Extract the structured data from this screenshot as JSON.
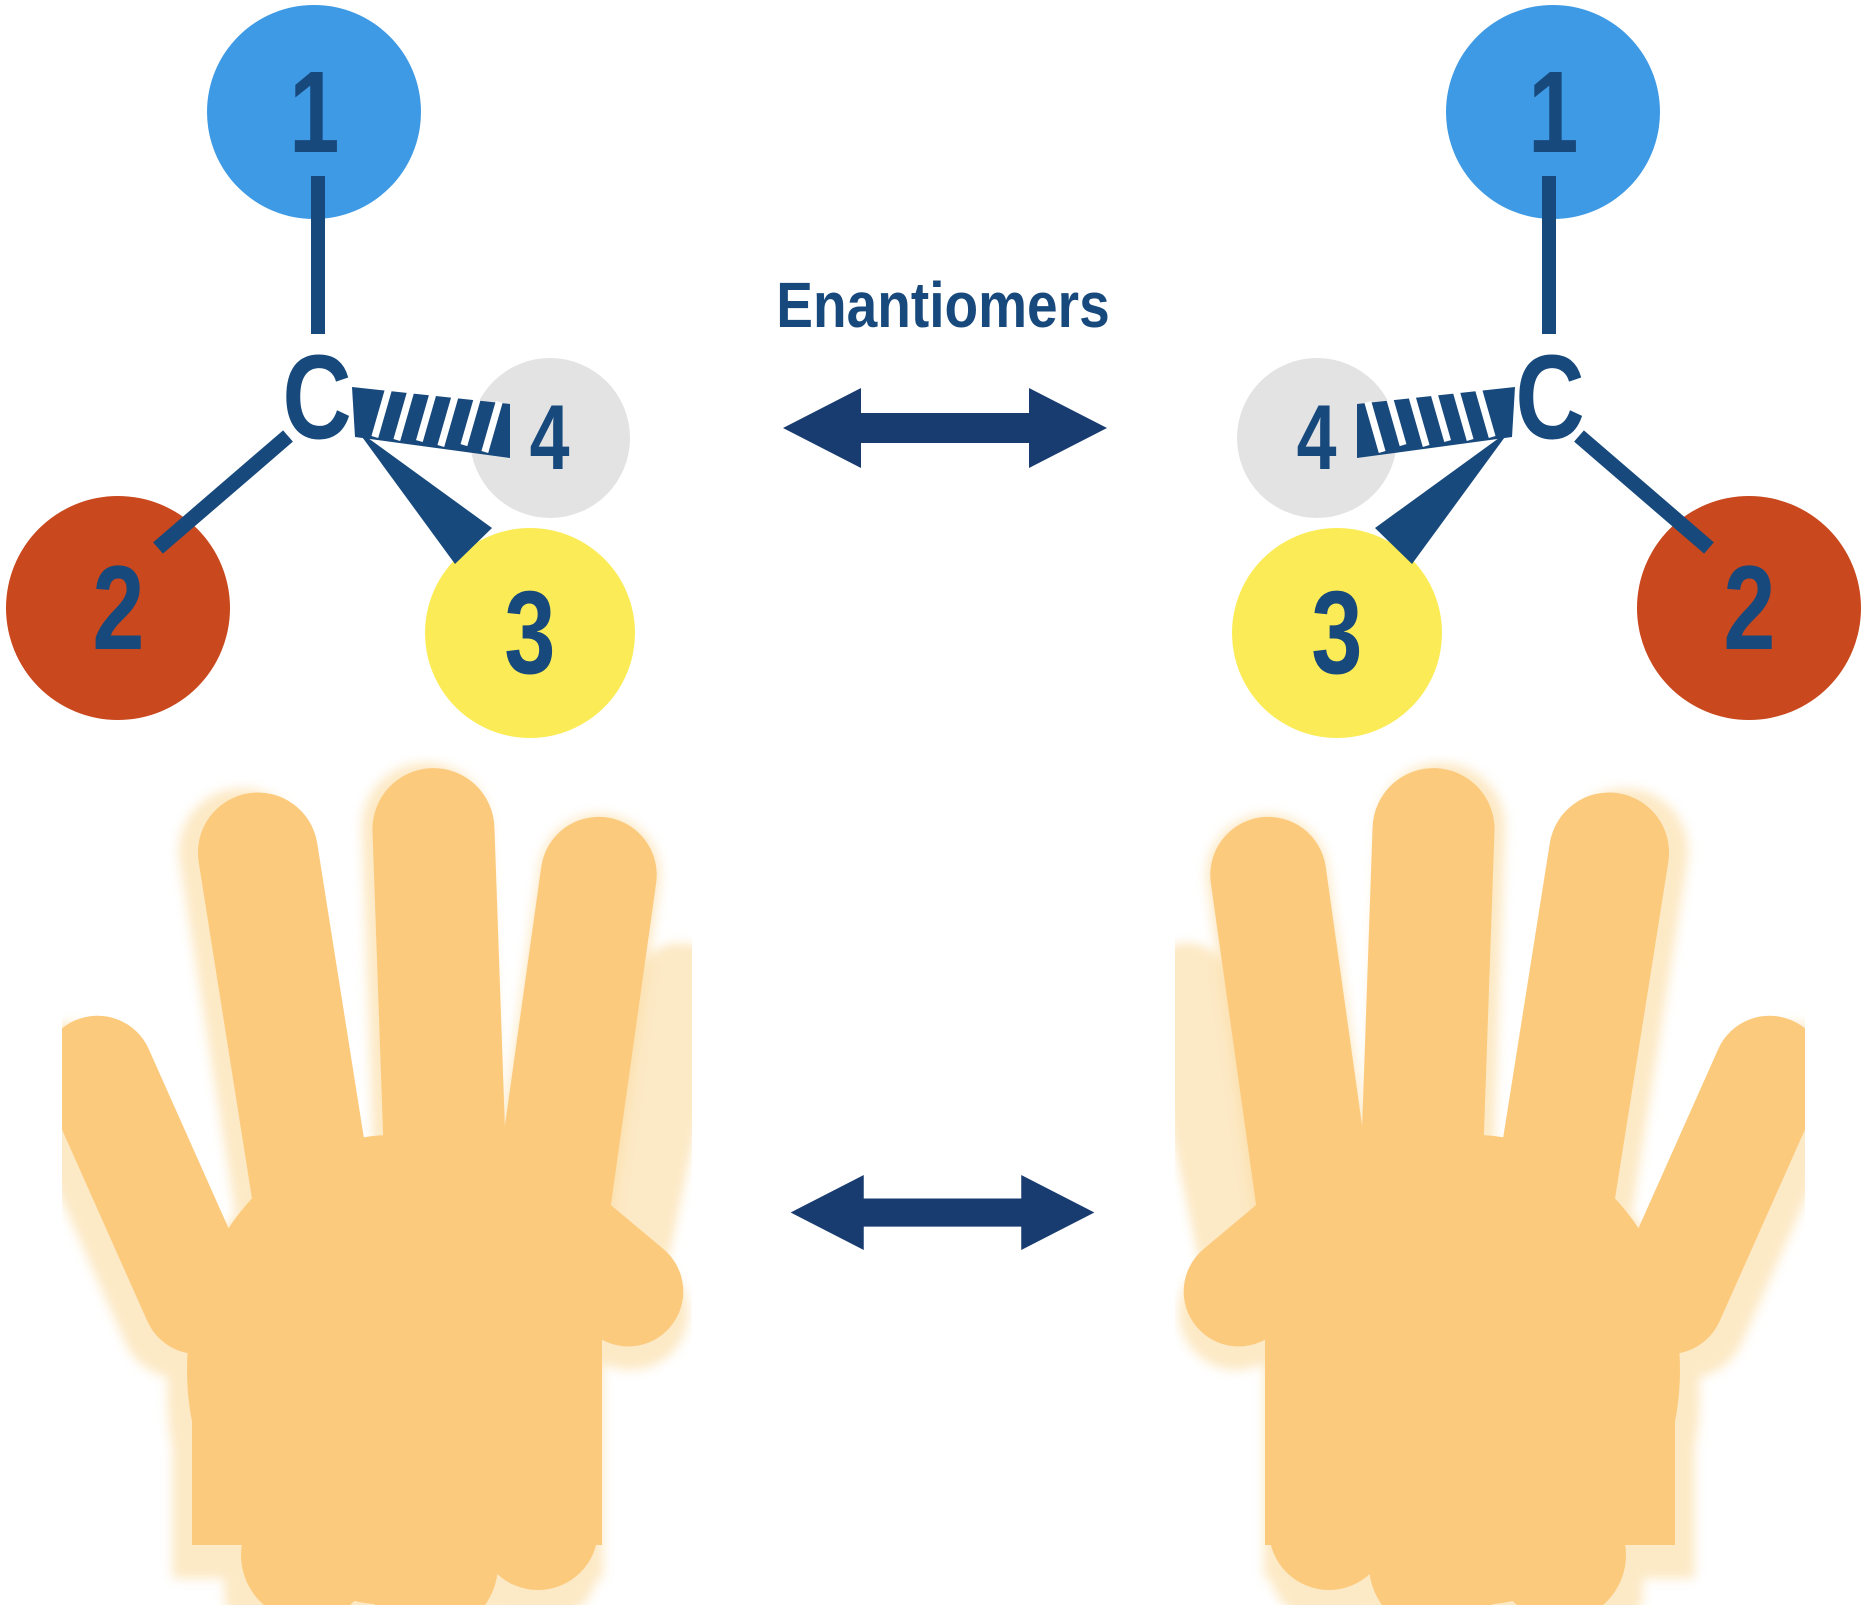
{
  "figure": {
    "heading": "Enantiomers"
  },
  "left_molecule": {
    "carbon": "C",
    "substituents": [
      {
        "label": "1",
        "color": "#3F9AE5",
        "bond": "plain",
        "position": "top"
      },
      {
        "label": "2",
        "color": "#C9481D",
        "bond": "plain",
        "position": "lower-left"
      },
      {
        "label": "3",
        "color": "#FBEC57",
        "bond": "solid-wedge",
        "position": "bottom-right"
      },
      {
        "label": "4",
        "color": "#E3E3E3",
        "bond": "hashed-wedge",
        "position": "right"
      }
    ]
  },
  "right_molecule": {
    "carbon": "C",
    "substituents": [
      {
        "label": "1",
        "color": "#3F9AE5",
        "bond": "plain",
        "position": "top"
      },
      {
        "label": "2",
        "color": "#C9481D",
        "bond": "plain",
        "position": "lower-right"
      },
      {
        "label": "3",
        "color": "#FBEC57",
        "bond": "solid-wedge",
        "position": "bottom-left"
      },
      {
        "label": "4",
        "color": "#E3E3E3",
        "bond": "hashed-wedge",
        "position": "left"
      }
    ]
  },
  "icons": {
    "top_arrow": "double-headed-arrow",
    "bottom_arrow": "double-headed-arrow",
    "left_hand": "open-left-hand-palm",
    "right_hand": "open-right-hand-palm"
  },
  "colors": {
    "background": "#FFFFFF",
    "navy": "#17497C",
    "arrow_navy": "#183C70",
    "atom_blue": "#3F9AE5",
    "atom_red": "#C9481D",
    "atom_yellow": "#FBEC57",
    "atom_gray": "#E3E3E3",
    "hand": "#FCCA7D",
    "hand_ghost": "#FBDCA2"
  }
}
